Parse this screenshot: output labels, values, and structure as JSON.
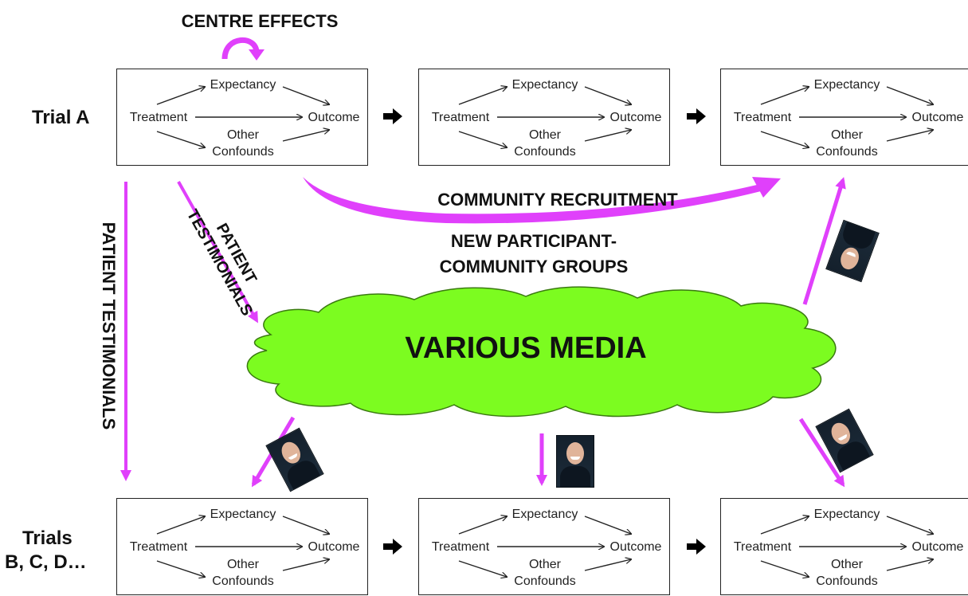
{
  "labels": {
    "centre_effects": "CENTRE EFFECTS",
    "trial_a": "Trial A",
    "trials_bcd_line1": "Trials",
    "trials_bcd_line2": "B, C, D…",
    "community_recruitment": "COMMUNITY RECRUITMENT",
    "new_participant_line1": "NEW PARTICIPANT-",
    "new_participant_line2": "COMMUNITY GROUPS",
    "patient_testimonials_vertical": "PATIENT TESTIMONIALS",
    "patient_diag_line1": "PATIENT",
    "patient_diag_line2": "TESTIMONIALS",
    "various_media": "VARIOUS MEDIA"
  },
  "model": {
    "expectancy": "Expectancy",
    "treatment": "Treatment",
    "outcome": "Outcome",
    "other": "Other",
    "confounds": "Confounds"
  },
  "colors": {
    "magenta": "#e040fb",
    "cloud_fill": "#7cfc20",
    "cloud_stroke": "#3a7a10",
    "arrow_black": "#000000"
  },
  "icons": {
    "person_photo": "person-photo-icon",
    "curved_arrow": "curved-arrow-icon",
    "block_arrow": "block-arrow-right-icon"
  }
}
